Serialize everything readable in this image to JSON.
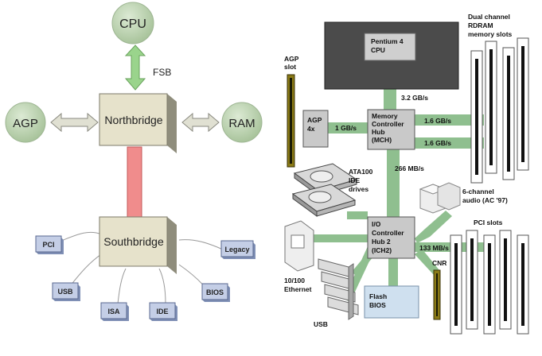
{
  "left": {
    "cpu": "CPU",
    "fsb": "FSB",
    "agp": "AGP",
    "ram": "RAM",
    "northbridge": "Northbridge",
    "southbridge": "Southbridge",
    "pci": "PCI",
    "usb": "USB",
    "isa": "ISA",
    "ide": "IDE",
    "bios": "BIOS",
    "legacy": "Legacy"
  },
  "right": {
    "cpu_line1": "Pentium 4",
    "cpu_line2": "CPU",
    "agp_slot_line1": "AGP",
    "agp_slot_line2": "slot",
    "agp4x_line1": "AGP",
    "agp4x_line2": "4x",
    "mch_line1": "Memory",
    "mch_line2": "Controller",
    "mch_line3": "Hub",
    "mch_line4": "(MCH)",
    "ich_line1": "I/O",
    "ich_line2": "Controller",
    "ich_line3": "Hub 2",
    "ich_line4": "(ICH2)",
    "rdram_line1": "Dual channel",
    "rdram_line2": "RDRAM",
    "rdram_line3": "memory slots",
    "fsb_speed": "3.2 GB/s",
    "agp_speed": "1 GB/s",
    "mem_speed_1": "1.6 GB/s",
    "mem_speed_2": "1.6 GB/s",
    "hub_speed": "266 MB/s",
    "pci_speed": "133 MB/s",
    "ata_line1": "ATA100",
    "ata_line2": "IDE",
    "ata_line3": "drives",
    "audio_line1": "6-channel",
    "audio_line2": "audio (AC '97)",
    "pci_slots": "PCI slots",
    "cnr": "CNR",
    "ethernet_line1": "10/100",
    "ethernet_line2": "Ethernet",
    "flash_line1": "Flash",
    "flash_line2": "BIOS",
    "usb": "USB"
  }
}
